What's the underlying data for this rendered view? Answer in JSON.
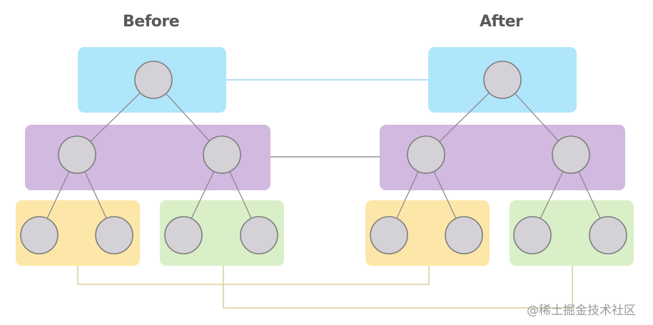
{
  "labels": {
    "before": "Before",
    "after": "After"
  },
  "watermark": "@稀土掘金技术社区",
  "colors": {
    "level_1": "#b0e6fb",
    "level_2": "#d2b9e0",
    "level_3_left": "#fde7a8",
    "level_3_right": "#d9efc8",
    "node_fill": "#d4d2d6",
    "node_stroke": "#7d7d7d",
    "tree_edge": "#8a8a8a",
    "link_level_1": "#9cd7ef",
    "link_level_2": "#8f8f8f",
    "link_level_3": "#d9ce9c"
  }
}
